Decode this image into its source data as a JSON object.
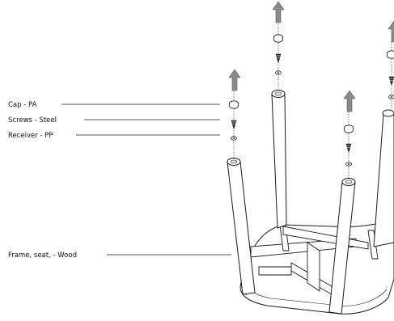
{
  "labels": {
    "cap": "Cap - PA",
    "screws": "Screws - Steel",
    "receiver": "Receiver - PP",
    "frame": "Frame, seat, - Wood"
  },
  "parts": [
    {
      "id": "cap",
      "material": "PA"
    },
    {
      "id": "screws",
      "material": "Steel"
    },
    {
      "id": "receiver",
      "material": "PP"
    },
    {
      "id": "frame",
      "material": "Wood"
    }
  ],
  "colors": {
    "line": "#1a1a1a",
    "arrow_fill": "#8a8a8a",
    "seat_fill": "#ffffff"
  },
  "icons": [
    "up-arrow-icon",
    "cap-icon",
    "screw-icon",
    "receiver-icon"
  ]
}
